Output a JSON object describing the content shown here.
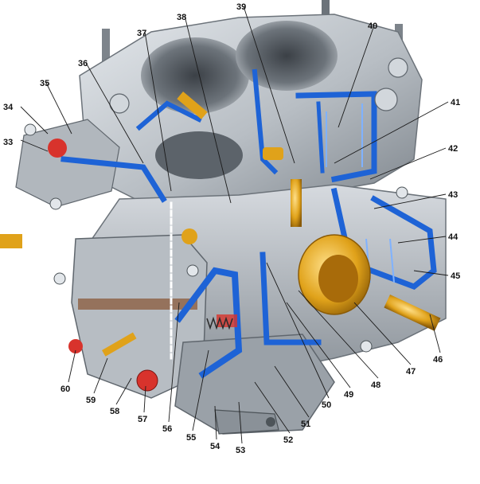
{
  "colors": {
    "background": "#ffffff",
    "body_metal": "#c8cdd2",
    "body_shadow": "#8e959c",
    "body_dark": "#5f666d",
    "channel": "#1e63d6",
    "channel_light": "#7fb2ff",
    "brass": "#e0a21a",
    "red_part": "#d8332c",
    "label": "#111111"
  },
  "callouts": [
    {
      "id": "33",
      "text": "33"
    },
    {
      "id": "34",
      "text": "34"
    },
    {
      "id": "35",
      "text": "35"
    },
    {
      "id": "36",
      "text": "36"
    },
    {
      "id": "37",
      "text": "37"
    },
    {
      "id": "38",
      "text": "38"
    },
    {
      "id": "39",
      "text": "39"
    },
    {
      "id": "40",
      "text": "40"
    },
    {
      "id": "41",
      "text": "41"
    },
    {
      "id": "42",
      "text": "42"
    },
    {
      "id": "43",
      "text": "43"
    },
    {
      "id": "44",
      "text": "44"
    },
    {
      "id": "45",
      "text": "45"
    },
    {
      "id": "46",
      "text": "46"
    },
    {
      "id": "47",
      "text": "47"
    },
    {
      "id": "48",
      "text": "48"
    },
    {
      "id": "49",
      "text": "49"
    },
    {
      "id": "50",
      "text": "50"
    },
    {
      "id": "51",
      "text": "51"
    },
    {
      "id": "52",
      "text": "52"
    },
    {
      "id": "53",
      "text": "53"
    },
    {
      "id": "54",
      "text": "54"
    },
    {
      "id": "55",
      "text": "55"
    },
    {
      "id": "56",
      "text": "56"
    },
    {
      "id": "57",
      "text": "57"
    },
    {
      "id": "58",
      "text": "58"
    },
    {
      "id": "59",
      "text": "59"
    },
    {
      "id": "60",
      "text": "60"
    }
  ]
}
